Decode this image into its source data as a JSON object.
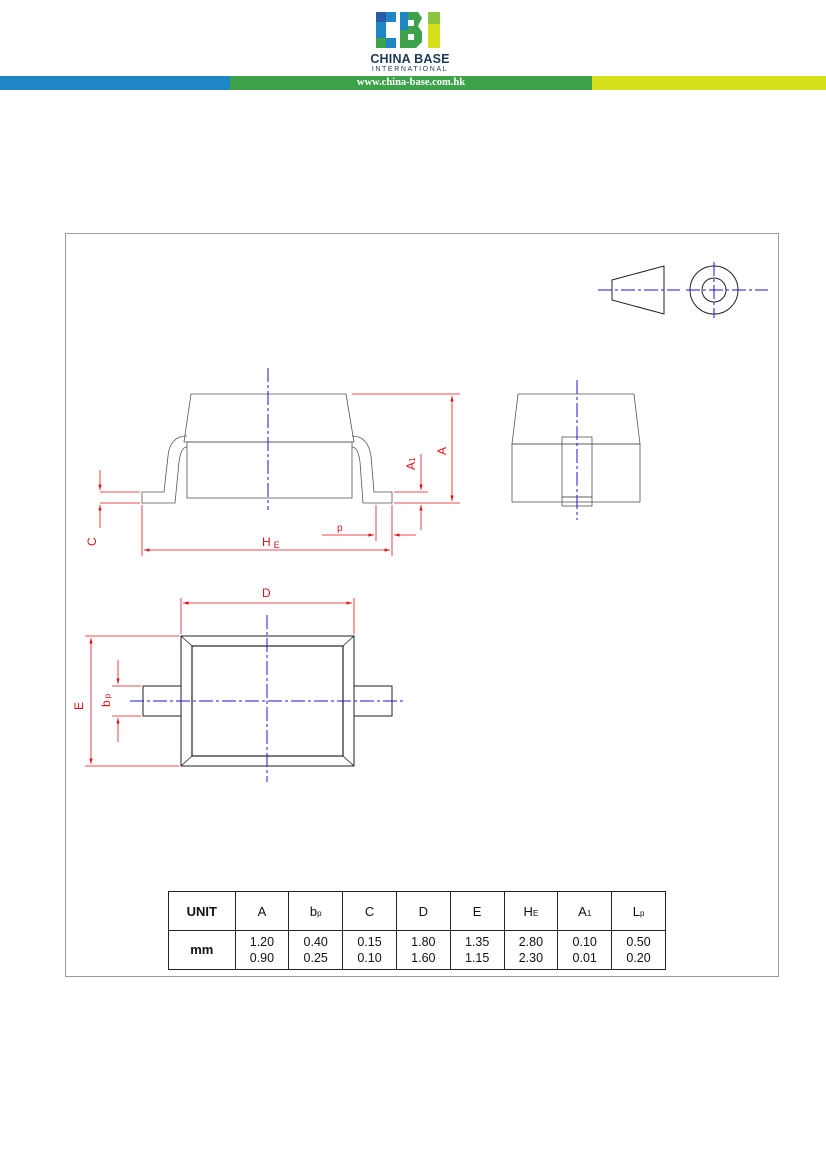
{
  "header": {
    "logo_name": "CHINA BASE",
    "logo_sub": "INTERNATIONAL",
    "url": "www.china-base.com.hk",
    "colors": {
      "blue": "#1f86c6",
      "green": "#3ea24a",
      "yellow": "#d7e01c",
      "navy": "#1d3a57"
    }
  },
  "drawing": {
    "dim_color": "#e0131a",
    "centerline_color": "#1a1ad0",
    "labels": {
      "A": "A",
      "A1": "A",
      "A1_sub": "1",
      "C": "C",
      "HE": "H",
      "HE_sub": "E",
      "p": "p",
      "D": "D",
      "E": "E",
      "bp": "b",
      "bp_sub": "p"
    }
  },
  "table": {
    "unit_label": "UNIT",
    "columns": [
      {
        "main": "A",
        "sub": ""
      },
      {
        "main": "b",
        "sub": "p"
      },
      {
        "main": "C",
        "sub": ""
      },
      {
        "main": "D",
        "sub": ""
      },
      {
        "main": "E",
        "sub": ""
      },
      {
        "main": "H",
        "sub": "E"
      },
      {
        "main": "A",
        "sub": "1"
      },
      {
        "main": "L",
        "sub": "p"
      }
    ],
    "row_unit": "mm",
    "max": [
      "1.20",
      "0.40",
      "0.15",
      "1.80",
      "1.35",
      "2.80",
      "0.10",
      "0.50"
    ],
    "min": [
      "0.90",
      "0.25",
      "0.10",
      "1.60",
      "1.15",
      "2.30",
      "0.01",
      "0.20"
    ]
  }
}
